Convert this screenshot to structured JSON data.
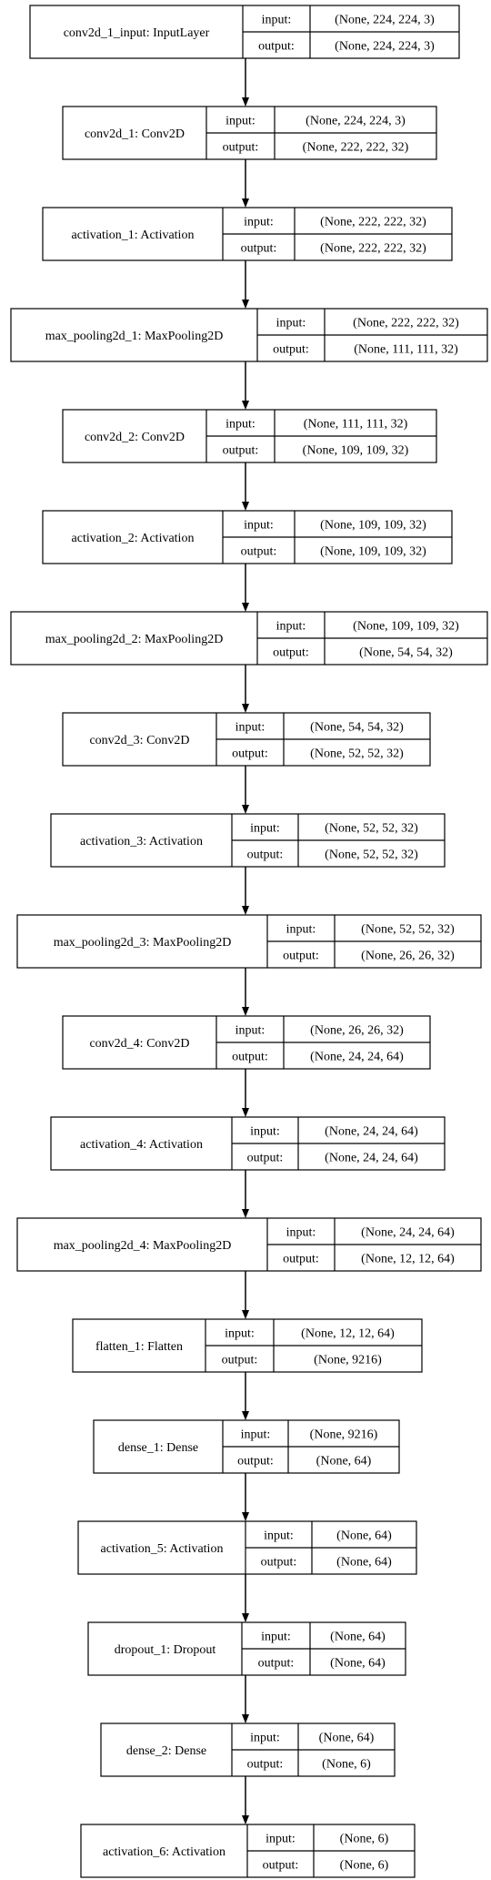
{
  "io_labels": {
    "input": "input:",
    "output": "output:"
  },
  "layers": [
    {
      "name": "conv2d_1_input: InputLayer",
      "input": "(None, 224, 224, 3)",
      "output": "(None, 224, 224, 3)"
    },
    {
      "name": "conv2d_1: Conv2D",
      "input": "(None, 224, 224, 3)",
      "output": "(None, 222, 222, 32)"
    },
    {
      "name": "activation_1: Activation",
      "input": "(None, 222, 222, 32)",
      "output": "(None, 222, 222, 32)"
    },
    {
      "name": "max_pooling2d_1: MaxPooling2D",
      "input": "(None, 222, 222, 32)",
      "output": "(None, 111, 111, 32)"
    },
    {
      "name": "conv2d_2: Conv2D",
      "input": "(None, 111, 111, 32)",
      "output": "(None, 109, 109, 32)"
    },
    {
      "name": "activation_2: Activation",
      "input": "(None, 109, 109, 32)",
      "output": "(None, 109, 109, 32)"
    },
    {
      "name": "max_pooling2d_2: MaxPooling2D",
      "input": "(None, 109, 109, 32)",
      "output": "(None, 54, 54, 32)"
    },
    {
      "name": "conv2d_3: Conv2D",
      "input": "(None, 54, 54, 32)",
      "output": "(None, 52, 52, 32)"
    },
    {
      "name": "activation_3: Activation",
      "input": "(None, 52, 52, 32)",
      "output": "(None, 52, 52, 32)"
    },
    {
      "name": "max_pooling2d_3: MaxPooling2D",
      "input": "(None, 52, 52, 32)",
      "output": "(None, 26, 26, 32)"
    },
    {
      "name": "conv2d_4: Conv2D",
      "input": "(None, 26, 26, 32)",
      "output": "(None, 24, 24, 64)"
    },
    {
      "name": "activation_4: Activation",
      "input": "(None, 24, 24, 64)",
      "output": "(None, 24, 24, 64)"
    },
    {
      "name": "max_pooling2d_4: MaxPooling2D",
      "input": "(None, 24, 24, 64)",
      "output": "(None, 12, 12, 64)"
    },
    {
      "name": "flatten_1: Flatten",
      "input": "(None, 12, 12, 64)",
      "output": "(None, 9216)"
    },
    {
      "name": "dense_1: Dense",
      "input": "(None, 9216)",
      "output": "(None, 64)"
    },
    {
      "name": "activation_5: Activation",
      "input": "(None, 64)",
      "output": "(None, 64)"
    },
    {
      "name": "dropout_1: Dropout",
      "input": "(None, 64)",
      "output": "(None, 64)"
    },
    {
      "name": "dense_2: Dense",
      "input": "(None, 64)",
      "output": "(None, 6)"
    },
    {
      "name": "activation_6: Activation",
      "input": "(None, 6)",
      "output": "(None, 6)"
    }
  ]
}
